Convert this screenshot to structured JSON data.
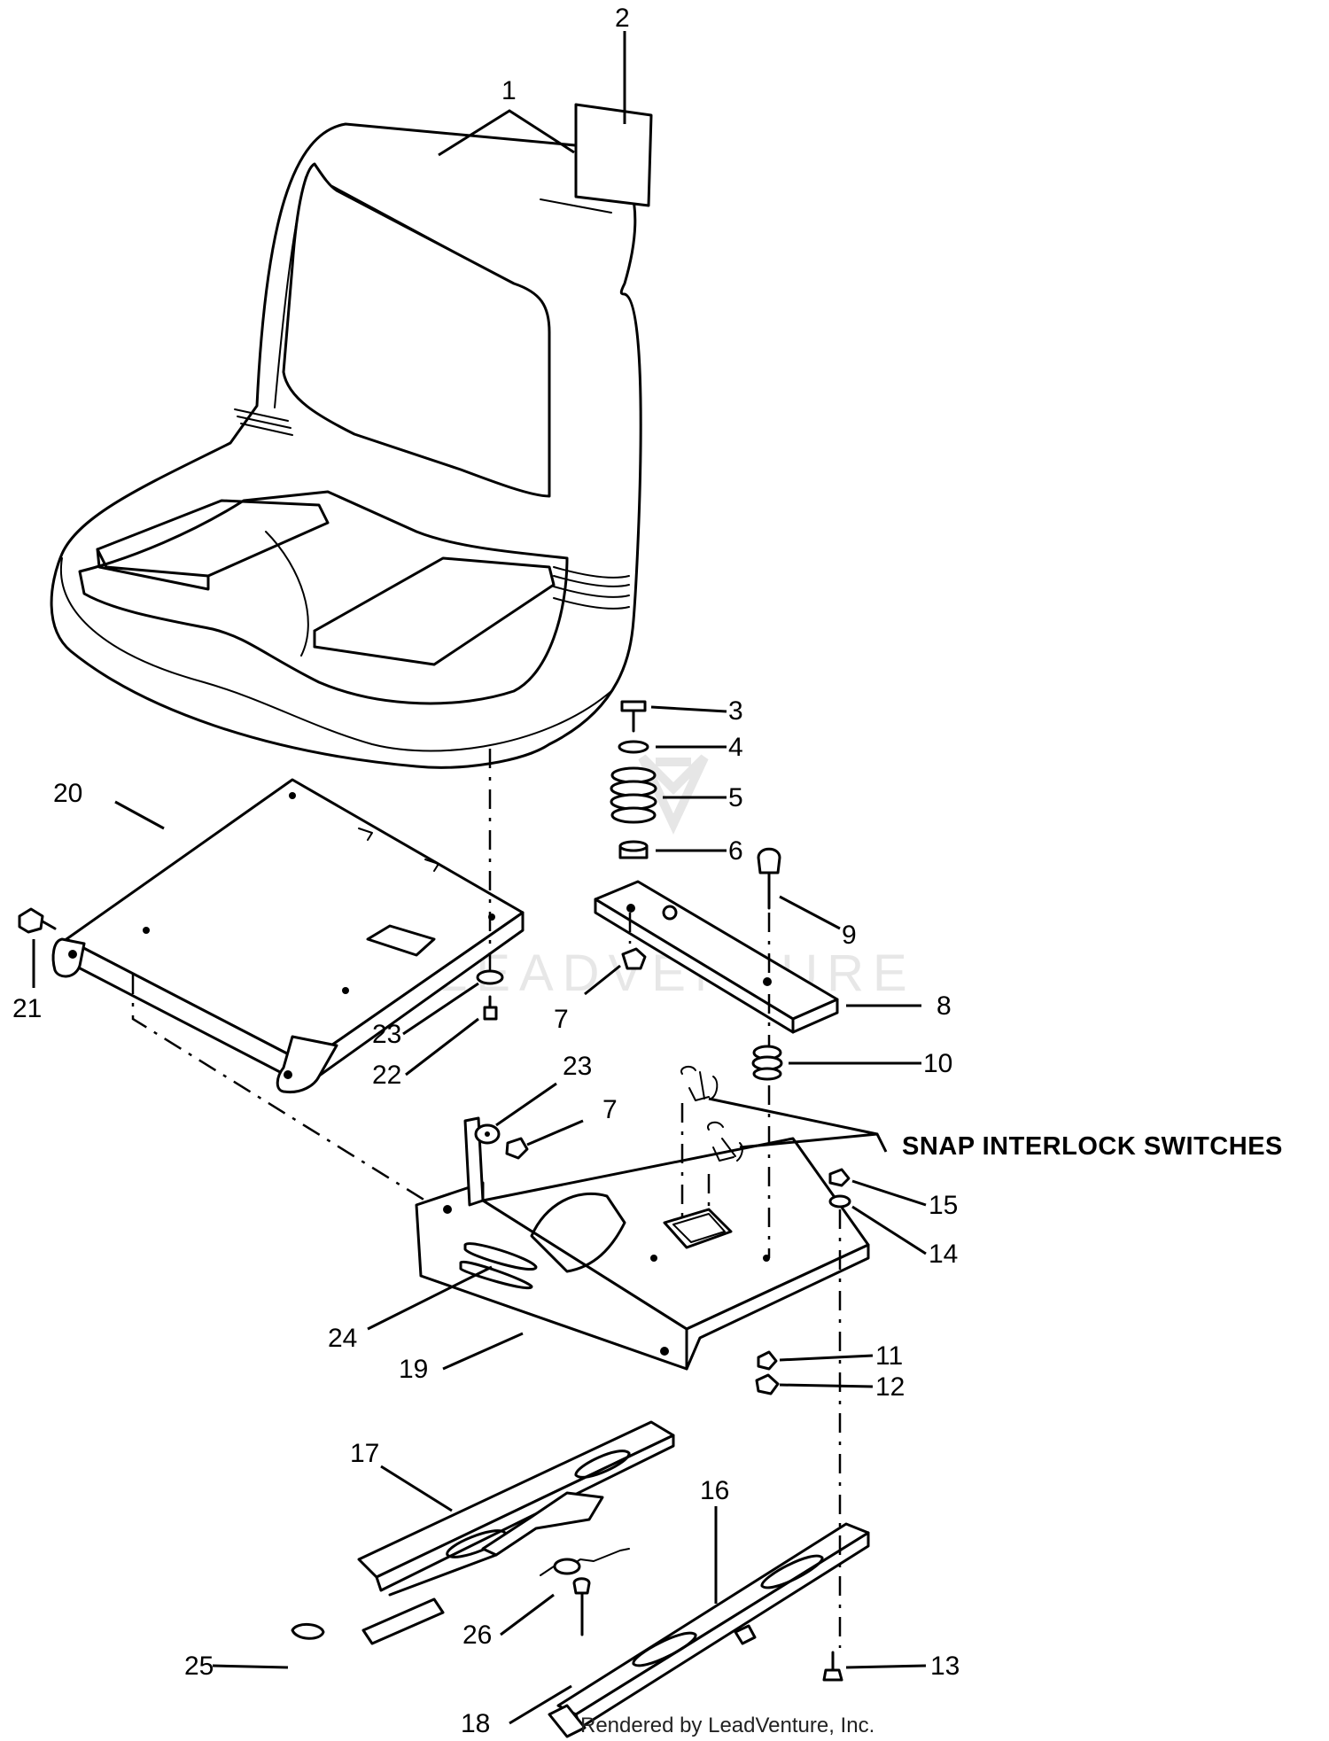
{
  "callouts": {
    "c1": "1",
    "c2": "2",
    "c3": "3",
    "c4": "4",
    "c5": "5",
    "c6": "6",
    "c7a": "7",
    "c7b": "7",
    "c8": "8",
    "c9": "9",
    "c10": "10",
    "c11": "11",
    "c12": "12",
    "c13": "13",
    "c14": "14",
    "c15": "15",
    "c16": "16",
    "c17": "17",
    "c18": "18",
    "c19": "19",
    "c20": "20",
    "c21": "21",
    "c22": "22",
    "c23a": "23",
    "c23b": "23",
    "c24": "24",
    "c25": "25",
    "c26": "26"
  },
  "labels": {
    "snap_interlock": "SNAP INTERLOCK SWITCHES"
  },
  "watermark": "LEADVENTURE",
  "footer": "Rendered by LeadVenture, Inc."
}
